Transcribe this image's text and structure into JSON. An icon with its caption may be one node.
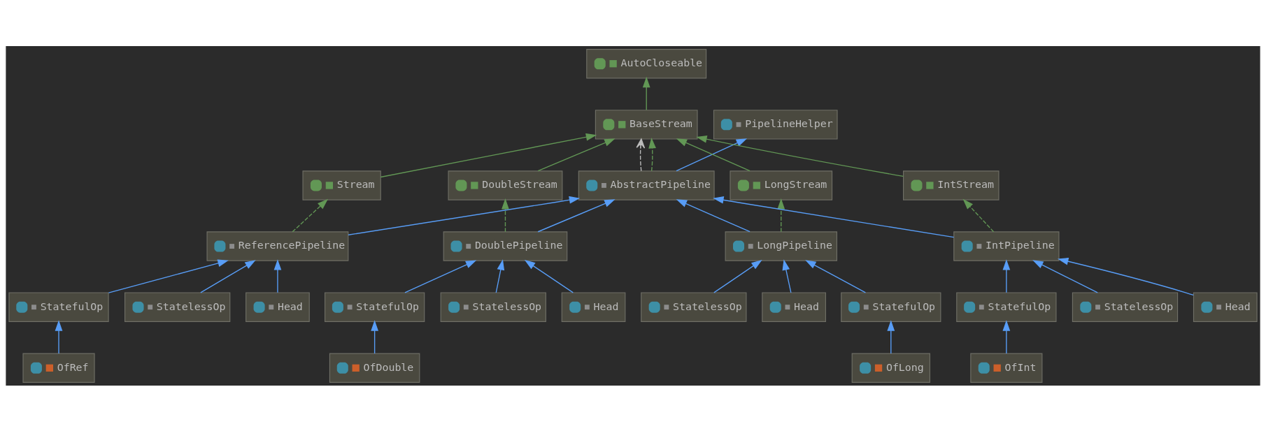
{
  "diagram": {
    "nodes": [
      {
        "text": [
          "AutoCloseable"
        ]
      },
      {
        "text": [
          "BaseStream"
        ]
      },
      {
        "text": [
          "PipelineHelper"
        ]
      },
      {
        "text": [
          "Stream"
        ]
      },
      {
        "text": [
          "DoubleStream"
        ]
      },
      {
        "text": [
          "AbstractPipeline"
        ]
      },
      {
        "text": [
          "LongStream"
        ]
      },
      {
        "text": [
          "IntStream"
        ]
      },
      {
        "text": [
          "ReferencePipeline"
        ]
      },
      {
        "text": [
          "DoublePipeline"
        ]
      },
      {
        "text": [
          "LongPipeline"
        ]
      },
      {
        "text": [
          "IntPipeline"
        ]
      },
      {
        "text": [
          "StatefulOp"
        ]
      },
      {
        "text": [
          "StatelessOp"
        ]
      },
      {
        "text": [
          "Head"
        ]
      },
      {
        "text": [
          "StatefulOp"
        ]
      },
      {
        "text": [
          "StatelessOp"
        ]
      },
      {
        "text": [
          "Head"
        ]
      },
      {
        "text": [
          "StatelessOp"
        ]
      },
      {
        "text": [
          "Head"
        ]
      },
      {
        "text": [
          "StatefulOp"
        ]
      },
      {
        "text": [
          "StatefulOp"
        ]
      },
      {
        "text": [
          "StatelessOp"
        ]
      },
      {
        "text": [
          "Head"
        ]
      },
      {
        "text": [
          "OfRef"
        ]
      },
      {
        "text": [
          "OfDouble"
        ]
      },
      {
        "text": [
          "OfLong"
        ]
      },
      {
        "text": [
          "OfInt"
        ]
      }
    ],
    "edges": [
      {
        "from": 1,
        "to": 0,
        "arrow": "to",
        "color": "#629755"
      },
      {
        "from": 3,
        "to": 1,
        "arrow": "to",
        "color": "#629755"
      },
      {
        "from": 4,
        "to": 1,
        "arrow": "to",
        "color": "#629755"
      },
      {
        "from": 5,
        "to": 1,
        "arrow": "to",
        "style": "dashed",
        "color": "#bbbbbb"
      },
      {
        "from": 5,
        "to": 1,
        "arrow": "to",
        "style": "dashed",
        "color": "#629755"
      },
      {
        "from": 6,
        "to": 1,
        "arrow": "to",
        "color": "#629755"
      },
      {
        "from": 7,
        "to": 1,
        "arrow": "to",
        "color": "#629755"
      },
      {
        "from": 5,
        "to": 2,
        "arrow": "to"
      },
      {
        "from": 8,
        "to": 3,
        "arrow": "to",
        "style": "dashed",
        "color": "#629755"
      },
      {
        "from": 8,
        "to": 5,
        "arrow": "to"
      },
      {
        "from": 9,
        "to": 4,
        "arrow": "to",
        "style": "dashed",
        "color": "#629755"
      },
      {
        "from": 9,
        "to": 5,
        "arrow": "to"
      },
      {
        "from": 10,
        "to": 5,
        "arrow": "to"
      },
      {
        "from": 10,
        "to": 6,
        "arrow": "to",
        "style": "dashed",
        "color": "#629755"
      },
      {
        "from": 11,
        "to": 5,
        "arrow": "to"
      },
      {
        "from": 11,
        "to": 7,
        "arrow": "to",
        "style": "dashed",
        "color": "#629755"
      },
      {
        "from": 12,
        "to": 8,
        "arrow": "to"
      },
      {
        "from": 13,
        "to": 8,
        "arrow": "to"
      },
      {
        "from": 14,
        "to": 8,
        "arrow": "to"
      },
      {
        "from": 15,
        "to": 9,
        "arrow": "to"
      },
      {
        "from": 16,
        "to": 9,
        "arrow": "to"
      },
      {
        "from": 17,
        "to": 9,
        "arrow": "to"
      },
      {
        "from": 18,
        "to": 10,
        "arrow": "to"
      },
      {
        "from": 19,
        "to": 10,
        "arrow": "to"
      },
      {
        "from": 20,
        "to": 10,
        "arrow": "to"
      },
      {
        "from": 21,
        "to": 11,
        "arrow": "to"
      },
      {
        "from": 22,
        "to": 11,
        "arrow": "to"
      },
      {
        "from": 23,
        "to": 11,
        "arrow": "to"
      },
      {
        "from": 24,
        "to": 12,
        "arrow": "to"
      },
      {
        "from": 25,
        "to": 15,
        "arrow": "to"
      },
      {
        "from": 26,
        "to": 20,
        "arrow": "to"
      },
      {
        "from": 27,
        "to": 21,
        "arrow": "to"
      }
    ]
  }
}
